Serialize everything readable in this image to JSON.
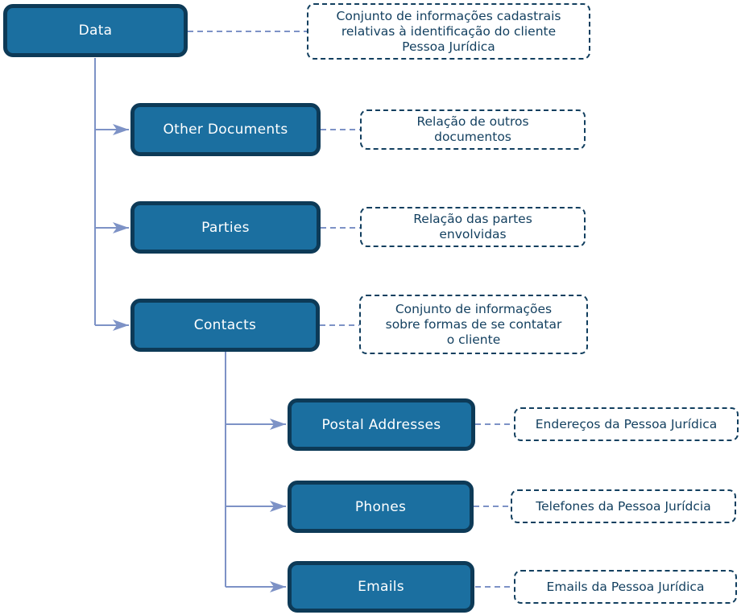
{
  "diagram": {
    "colors": {
      "node_fill": "#1b6fa0",
      "node_border": "#0d3a57",
      "node_text": "#ffffff",
      "note_color": "#123f5f",
      "connector": "#7d92c6",
      "background": "#ffffff"
    },
    "nodes": {
      "data": {
        "label": "Data",
        "note": "Conjunto de informações cadastrais\nrelativas à identificação do cliente\nPessoa Jurídica"
      },
      "other_documents": {
        "label": "Other Documents",
        "note": "Relação de outros\ndocumentos"
      },
      "parties": {
        "label": "Parties",
        "note": "Relação das partes\nenvolvidas"
      },
      "contacts": {
        "label": "Contacts",
        "note": "Conjunto de informações\nsobre formas de se contatar\no cliente"
      },
      "postal_addresses": {
        "label": "Postal Addresses",
        "note": "Endereços da Pessoa Jurídica"
      },
      "phones": {
        "label": "Phones",
        "note": "Telefones da Pessoa Jurídcia"
      },
      "emails": {
        "label": "Emails",
        "note": "Emails da Pessoa Jurídica"
      }
    }
  }
}
